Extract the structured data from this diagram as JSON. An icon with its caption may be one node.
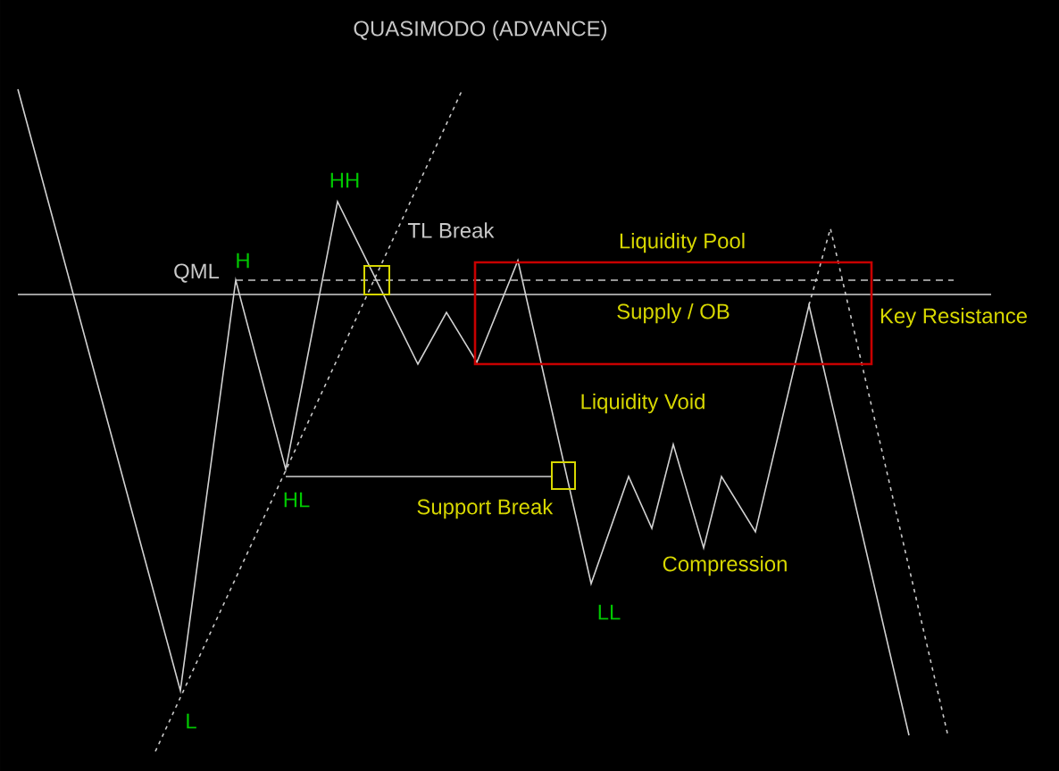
{
  "diagram": {
    "title": "QUASIMODO (ADVANCE)",
    "nodes": [
      {
        "text": [],
        "shape": "box",
        "beside": [
          "TL Break"
        ]
      },
      {
        "text": [
          "Supply / OB"
        ]
      },
      {
        "text": [],
        "shape": "box",
        "beside": [
          "Support Break"
        ]
      }
    ],
    "labels": [
      "HH",
      "Liquidity Pool",
      "QML",
      "H",
      "Key Resistance",
      "Liquidity Void",
      "HL",
      "Compression",
      "LL",
      "L"
    ]
  }
}
